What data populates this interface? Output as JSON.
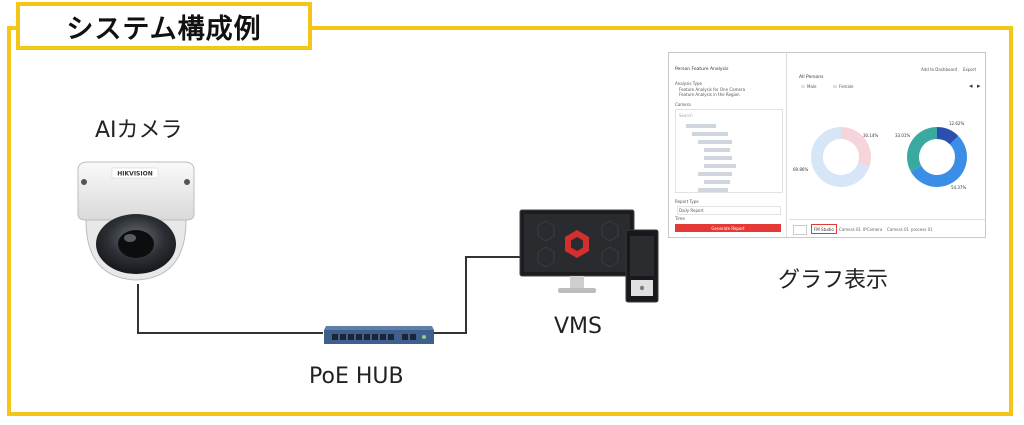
{
  "title": "システム構成例",
  "nodes": {
    "camera": "AIカメラ",
    "hub": "PoE HUB",
    "vms": "VMS",
    "graph": "グラフ表示"
  },
  "camera_brand": "HIKVISION",
  "dashboard": {
    "header": "Person Feature Analysis",
    "add_to_dashboard": "Add to Dashboard",
    "export": "Export",
    "analysis_type_label": "Analysis Type",
    "option_one": "Feature Analysis for One Camera",
    "option_two": "Feature Analysis in the Region",
    "camera_label": "Camera",
    "search_placeholder": "Search",
    "report_type_label": "Report Type",
    "report_type_value": "Daily Report",
    "time_label": "Time",
    "generate_button": "Generate Report",
    "chart_title": "All Persons",
    "legend": [
      "Male",
      "Female"
    ],
    "tabs": [
      "FM Studio",
      "Camera 01",
      "IPCamera",
      "Camera 01",
      "process 01"
    ]
  },
  "colors": {
    "frame": "#f5c518",
    "male_primary": "#d7e6f7",
    "female": "#f6d4dc",
    "teal": "#3aa99f",
    "blue": "#3a8ee6",
    "dark_blue": "#2b4fae",
    "generate": "#e53935",
    "vms_logo": "#d32f2f"
  },
  "chart_data": [
    {
      "type": "pie",
      "title": "",
      "labels": [
        "",
        ""
      ],
      "values": [
        30.14,
        69.86
      ],
      "data_labels": [
        "30.14%",
        "69.86%"
      ]
    },
    {
      "type": "pie",
      "title": "",
      "labels": [
        "",
        "",
        ""
      ],
      "values": [
        12.62,
        54.37,
        33.01
      ],
      "data_labels": [
        "12.62%",
        "54.37%",
        "33.01%"
      ]
    }
  ]
}
